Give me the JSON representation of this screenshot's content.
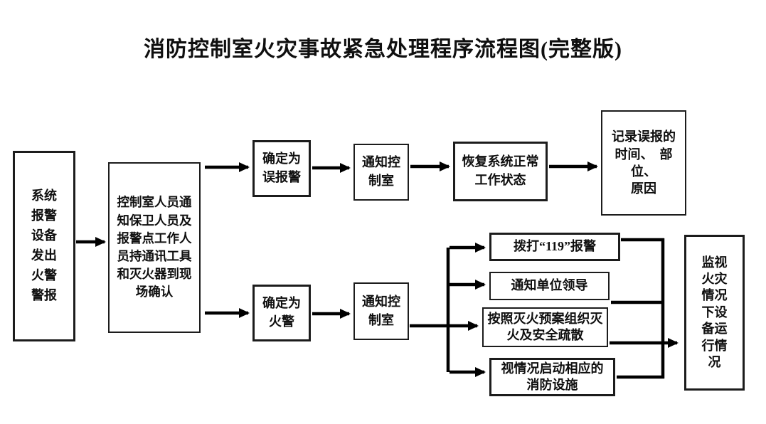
{
  "title": "消防控制室火灾事故紧急处理程序流程图(完整版)",
  "colors": {
    "background": "#ffffff",
    "line": "#000000",
    "box_border": "#1c1c1c",
    "text": "#0f0f0f"
  },
  "nodes": {
    "system_alarm": {
      "label": "系统\n报警\n设备\n发出\n火警\n警报"
    },
    "notify_confirm": {
      "label": "控制室人员通\n知保卫人员及\n报警点工作人\n员持通讯工具\n和灭火器到现\n场确认"
    },
    "false_alarm": {
      "label": "确定为\n误报警"
    },
    "notify_control_top": {
      "label": "通知控\n制室"
    },
    "restore_system": {
      "label": "恢复系统正常\n工作状态"
    },
    "record_false": {
      "label": "记录误报的\n时间、　部位、\n原因"
    },
    "fire_alarm": {
      "label": "确定为\n火警"
    },
    "notify_control_bottom": {
      "label": "通知控\n制室"
    },
    "call_119": {
      "label": "拨打“119”报警"
    },
    "notify_leaders": {
      "label": "通知单位领导"
    },
    "organize_extinguish": {
      "label": "按照灭火预案组织灭\n火及安全疏散"
    },
    "activate_facilities": {
      "label": "视情况启动相应的\n消防设施"
    },
    "monitor_equipment": {
      "label": "监视\n火灾\n情况\n下设\n备运\n行情\n况"
    }
  },
  "edges": [
    {
      "from": "system_alarm",
      "to": "notify_confirm"
    },
    {
      "from": "notify_confirm",
      "to": "false_alarm"
    },
    {
      "from": "false_alarm",
      "to": "notify_control_top"
    },
    {
      "from": "notify_control_top",
      "to": "restore_system"
    },
    {
      "from": "restore_system",
      "to": "record_false"
    },
    {
      "from": "notify_confirm",
      "to": "fire_alarm"
    },
    {
      "from": "fire_alarm",
      "to": "notify_control_bottom"
    },
    {
      "from": "notify_control_bottom",
      "to": "call_119"
    },
    {
      "from": "notify_control_bottom",
      "to": "notify_leaders"
    },
    {
      "from": "notify_control_bottom",
      "to": "organize_extinguish"
    },
    {
      "from": "notify_control_bottom",
      "to": "activate_facilities"
    },
    {
      "from": "call_119",
      "to": "monitor_equipment"
    },
    {
      "from": "notify_leaders",
      "to": "monitor_equipment"
    },
    {
      "from": "organize_extinguish",
      "to": "monitor_equipment"
    },
    {
      "from": "activate_facilities",
      "to": "monitor_equipment"
    }
  ]
}
